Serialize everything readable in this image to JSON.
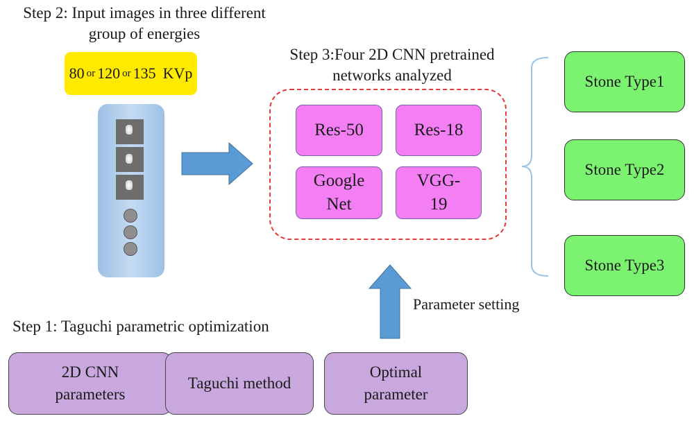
{
  "step2": {
    "line1": "Step 2: Input images in three different",
    "line2": "group of energies"
  },
  "energies": {
    "e1": "80",
    "or1": "or",
    "e2": "120",
    "or2": "or",
    "e3": "135",
    "unit": "KVp"
  },
  "step3": {
    "line1": "Step 3:Four 2D CNN pretrained",
    "line2": "networks analyzed"
  },
  "networks": {
    "res50": "Res-50",
    "res18": "Res-18",
    "googlenet": {
      "line1": "Google",
      "line2": "Net"
    },
    "vgg19": {
      "line1": "VGG-",
      "line2": "19"
    }
  },
  "outputs": [
    "Stone Type1",
    "Stone Type2",
    "Stone Type3"
  ],
  "parameter_setting": "Parameter setting",
  "step1": "Step 1: Taguchi parametric optimization",
  "step1_boxes": {
    "cnn_params": {
      "line1": "2D CNN",
      "line2": "parameters"
    },
    "taguchi": "Taguchi method",
    "optimal": {
      "line1": "Optimal",
      "line2": "parameter"
    }
  },
  "colors": {
    "energy_box": "#ffea00",
    "network_box": "#f47ef4",
    "stone_box": "#7cf271",
    "step1_box": "#c8a8df",
    "arrow": "#5b9bd5",
    "dashed_border": "#e33a3a"
  }
}
